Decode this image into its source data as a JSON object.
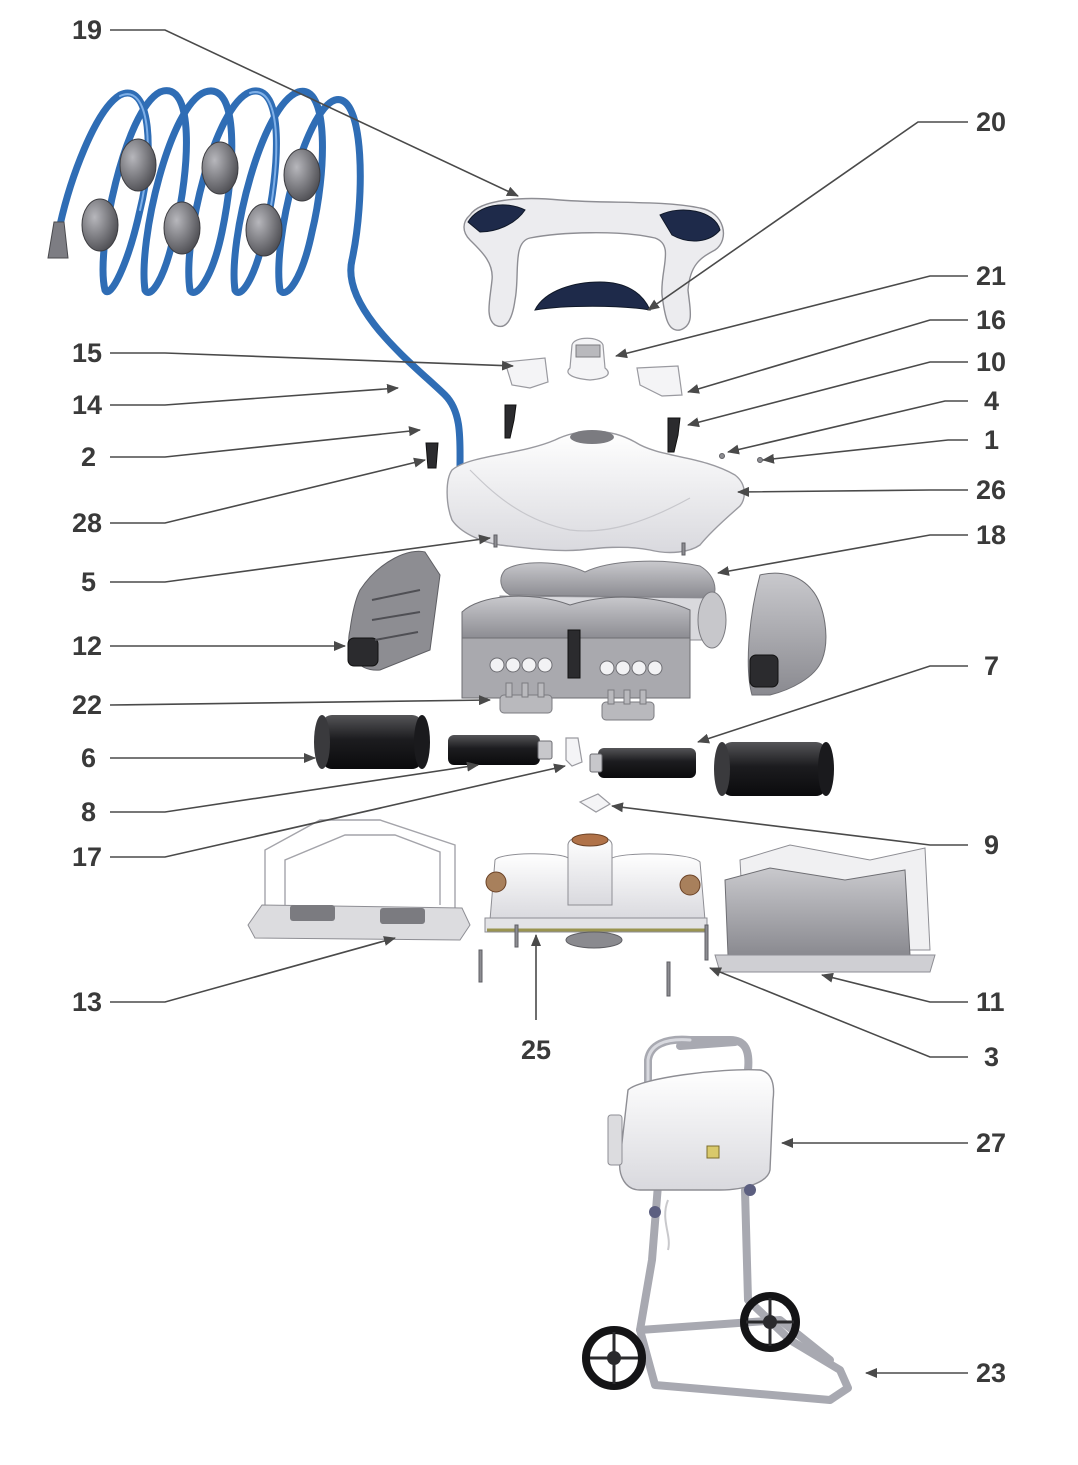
{
  "callouts": [
    {
      "id": "19",
      "text": "19"
    },
    {
      "id": "20",
      "text": "20"
    },
    {
      "id": "21",
      "text": "21"
    },
    {
      "id": "16",
      "text": "16"
    },
    {
      "id": "15",
      "text": "15"
    },
    {
      "id": "10",
      "text": "10"
    },
    {
      "id": "14",
      "text": "14"
    },
    {
      "id": "4",
      "text": "4"
    },
    {
      "id": "2",
      "text": "2"
    },
    {
      "id": "1",
      "text": "1"
    },
    {
      "id": "26",
      "text": "26"
    },
    {
      "id": "28",
      "text": "28"
    },
    {
      "id": "18",
      "text": "18"
    },
    {
      "id": "5",
      "text": "5"
    },
    {
      "id": "12",
      "text": "12"
    },
    {
      "id": "7",
      "text": "7"
    },
    {
      "id": "22",
      "text": "22"
    },
    {
      "id": "6",
      "text": "6"
    },
    {
      "id": "8",
      "text": "8"
    },
    {
      "id": "9",
      "text": "9"
    },
    {
      "id": "17",
      "text": "17"
    },
    {
      "id": "13",
      "text": "13"
    },
    {
      "id": "11",
      "text": "11"
    },
    {
      "id": "3",
      "text": "3"
    },
    {
      "id": "25",
      "text": "25"
    },
    {
      "id": "27",
      "text": "27"
    },
    {
      "id": "23",
      "text": "23"
    }
  ],
  "colors": {
    "hose": "#2f6db5",
    "labels": "#3a3a3a",
    "leader_lines": "#4a4a4a",
    "handle_accent": "#1e2a4a"
  },
  "icons": [
    "hose-with-floats",
    "handle",
    "top-cover",
    "brush-rollers",
    "motor-block",
    "filter-bags",
    "transport-caddy"
  ]
}
